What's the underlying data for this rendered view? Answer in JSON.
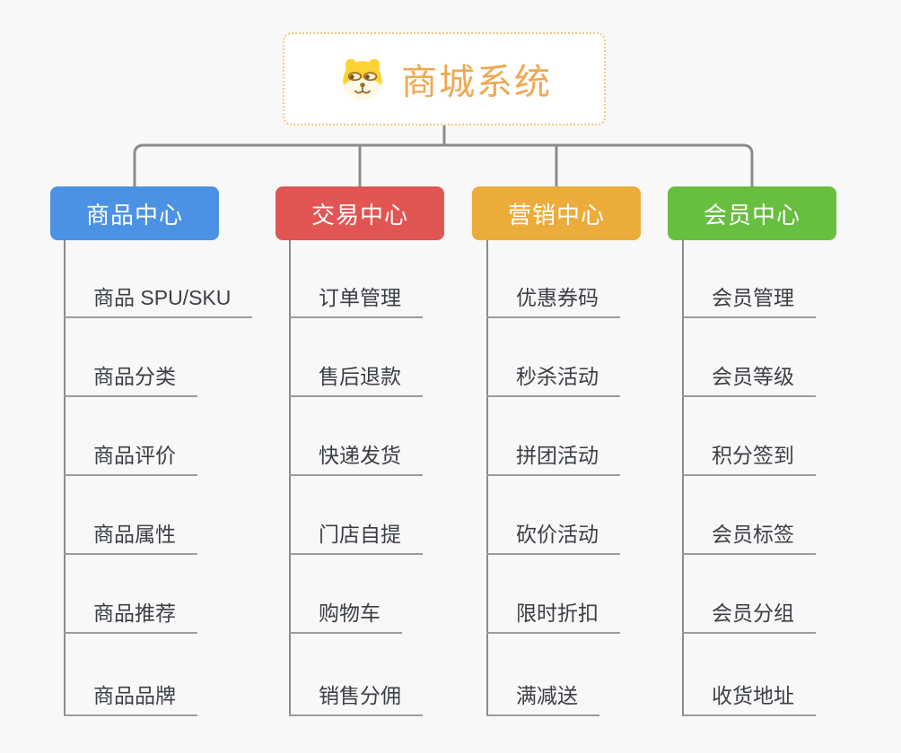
{
  "root": {
    "label": "商城系统",
    "icon": "dog-face-icon"
  },
  "branches": [
    {
      "label": "商品中心",
      "color": "#4b92e5",
      "items": [
        "商品 SPU/SKU",
        "商品分类",
        "商品评价",
        "商品属性",
        "商品推荐",
        "商品品牌"
      ]
    },
    {
      "label": "交易中心",
      "color": "#e15552",
      "items": [
        "订单管理",
        "售后退款",
        "快递发货",
        "门店自提",
        "购物车",
        "销售分佣"
      ]
    },
    {
      "label": "营销中心",
      "color": "#ebac3c",
      "items": [
        "优惠券码",
        "秒杀活动",
        "拼团活动",
        "砍价活动",
        "限时折扣",
        "满减送"
      ]
    },
    {
      "label": "会员中心",
      "color": "#68be40",
      "items": [
        "会员管理",
        "会员等级",
        "积分签到",
        "会员标签",
        "会员分组",
        "收货地址"
      ]
    }
  ],
  "style": {
    "background": "#f8f8f8",
    "connector_color": "#8b8b8b",
    "leaf_underline_color": "#9b9b9b",
    "root_border_color": "#f6c77e",
    "root_text_color": "#f0a850"
  }
}
